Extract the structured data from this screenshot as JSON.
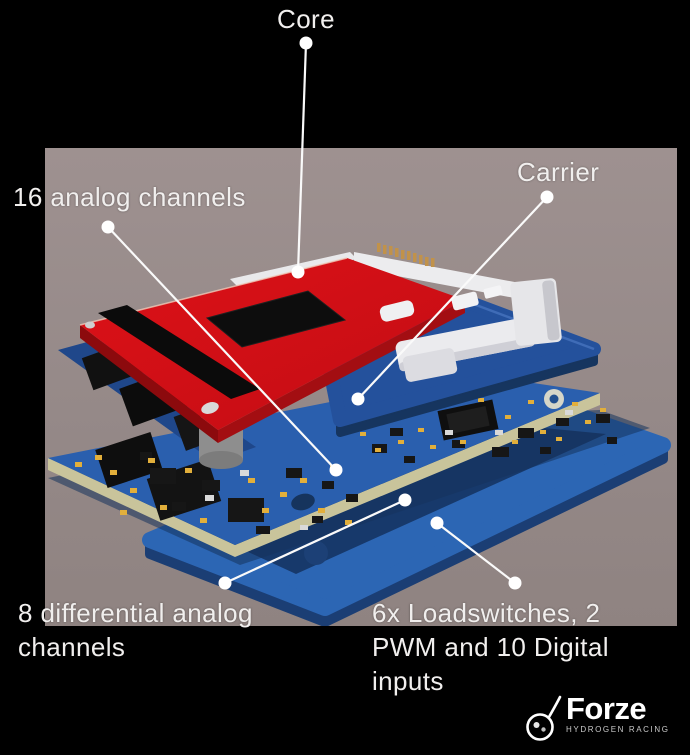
{
  "annotations": {
    "core": {
      "label": "Core"
    },
    "carrier": {
      "label": "Carrier"
    },
    "analog16": {
      "label": "16 analog channels"
    },
    "diff8": {
      "label": "8 differential analog\nchannels"
    },
    "loadswitches": {
      "label": "6x Loadswitches, 2\nPWM and 10 Digital\ninputs"
    }
  },
  "logo": {
    "brand": "Forze",
    "tagline": "HYDROGEN RACING"
  },
  "colors": {
    "background": "#000000",
    "panel_top": "#9e9190",
    "panel_bottom": "#8f8381",
    "core_board_red": "#d21016",
    "carrier_plate_blue": "#24519c",
    "analog_pcb_blue": "#2a5fae",
    "pcb_edge_cream": "#c9c49b",
    "base_plate_blue": "#2c66b4",
    "connector_white": "#e9e9ec",
    "pad_gold": "#e2af3b",
    "annotation_line": "#fafafa",
    "label_text": "#f1efee"
  }
}
